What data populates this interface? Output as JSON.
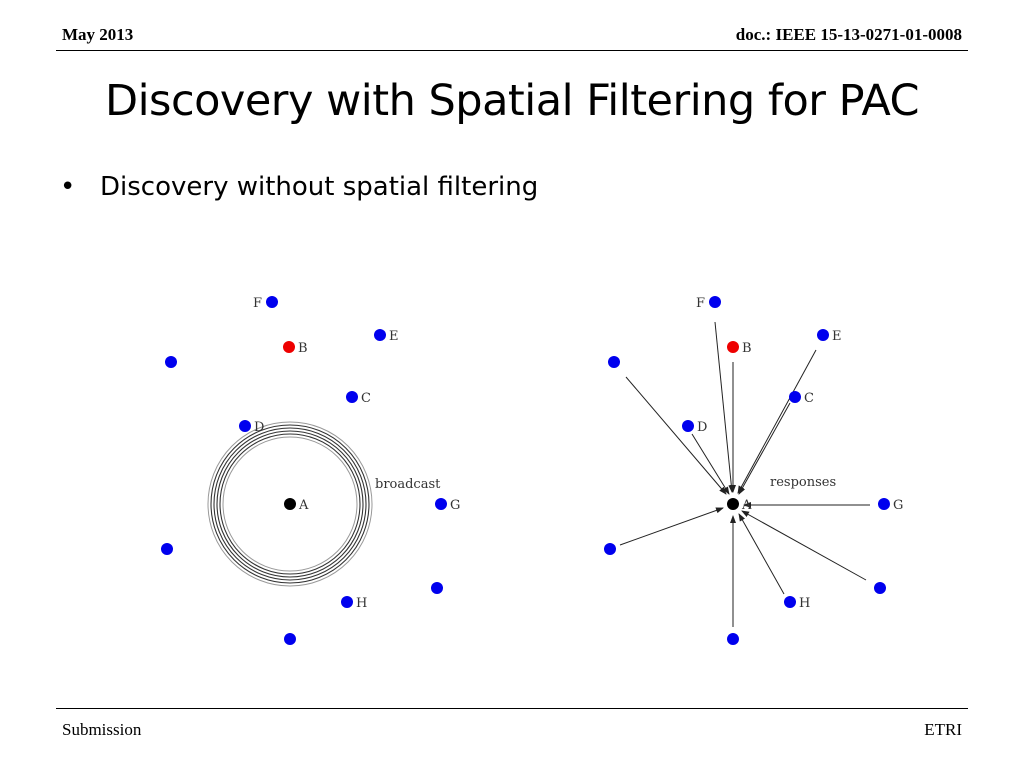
{
  "header": {
    "left": "May 2013",
    "right": "doc.: IEEE 15-13-0271-01-0008"
  },
  "title": "Discovery with Spatial Filtering for PAC",
  "bullet": {
    "symbol": "•",
    "text": "Discovery without spatial filtering"
  },
  "diagrams": {
    "left_annotation": "broadcast",
    "right_annotation": "responses",
    "node_labels": {
      "A": "A",
      "B": "B",
      "C": "C",
      "D": "D",
      "E": "E",
      "F": "F",
      "G": "G",
      "H": "H"
    },
    "colors": {
      "center": "#000000",
      "node": "#0000ee",
      "highlight": "#ee0000"
    }
  },
  "footer": {
    "left": "Submission",
    "right": "ETRI"
  }
}
